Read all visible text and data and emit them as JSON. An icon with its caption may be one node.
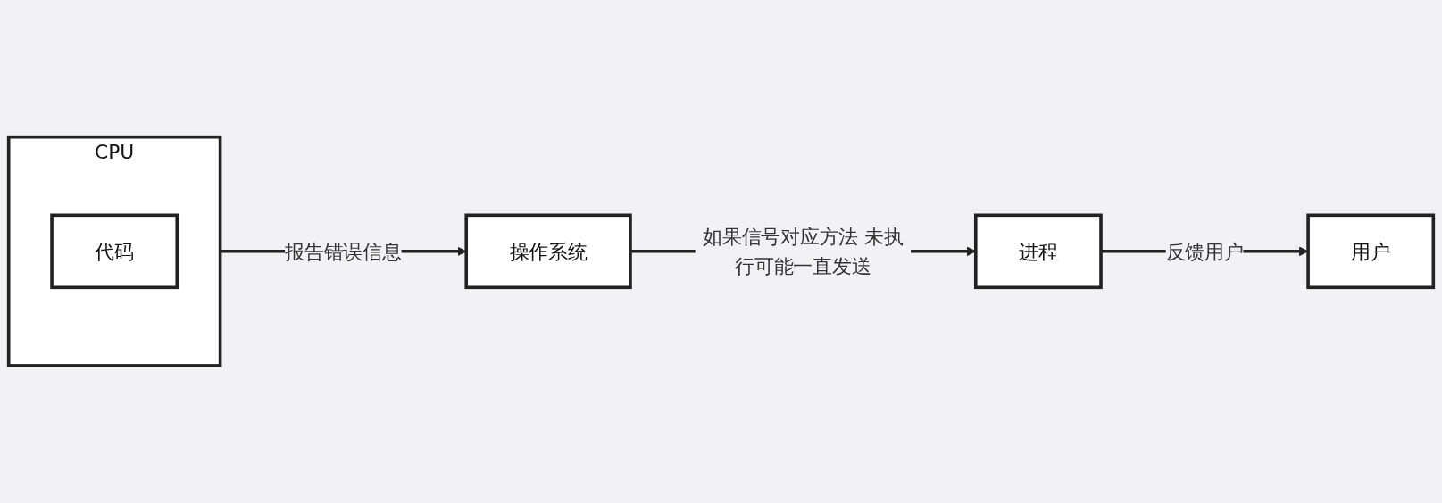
{
  "diagram": {
    "nodes": [
      {
        "text": [
          "CPU"
        ]
      },
      {
        "text": [
          "代码"
        ],
        "in": 0
      },
      {
        "text": [
          "操作系统"
        ]
      },
      {
        "text": [
          "进程"
        ]
      },
      {
        "text": [
          "用户"
        ]
      }
    ],
    "edges": [
      {
        "from": 0,
        "to": 2,
        "arrow": "to",
        "label": "报告错误信息"
      },
      {
        "from": 2,
        "to": 3,
        "arrow": "to",
        "label": "如果信号对应方法 未执行可能一直发送"
      },
      {
        "from": 3,
        "to": 4,
        "arrow": "to",
        "label": "反馈用户"
      }
    ]
  }
}
